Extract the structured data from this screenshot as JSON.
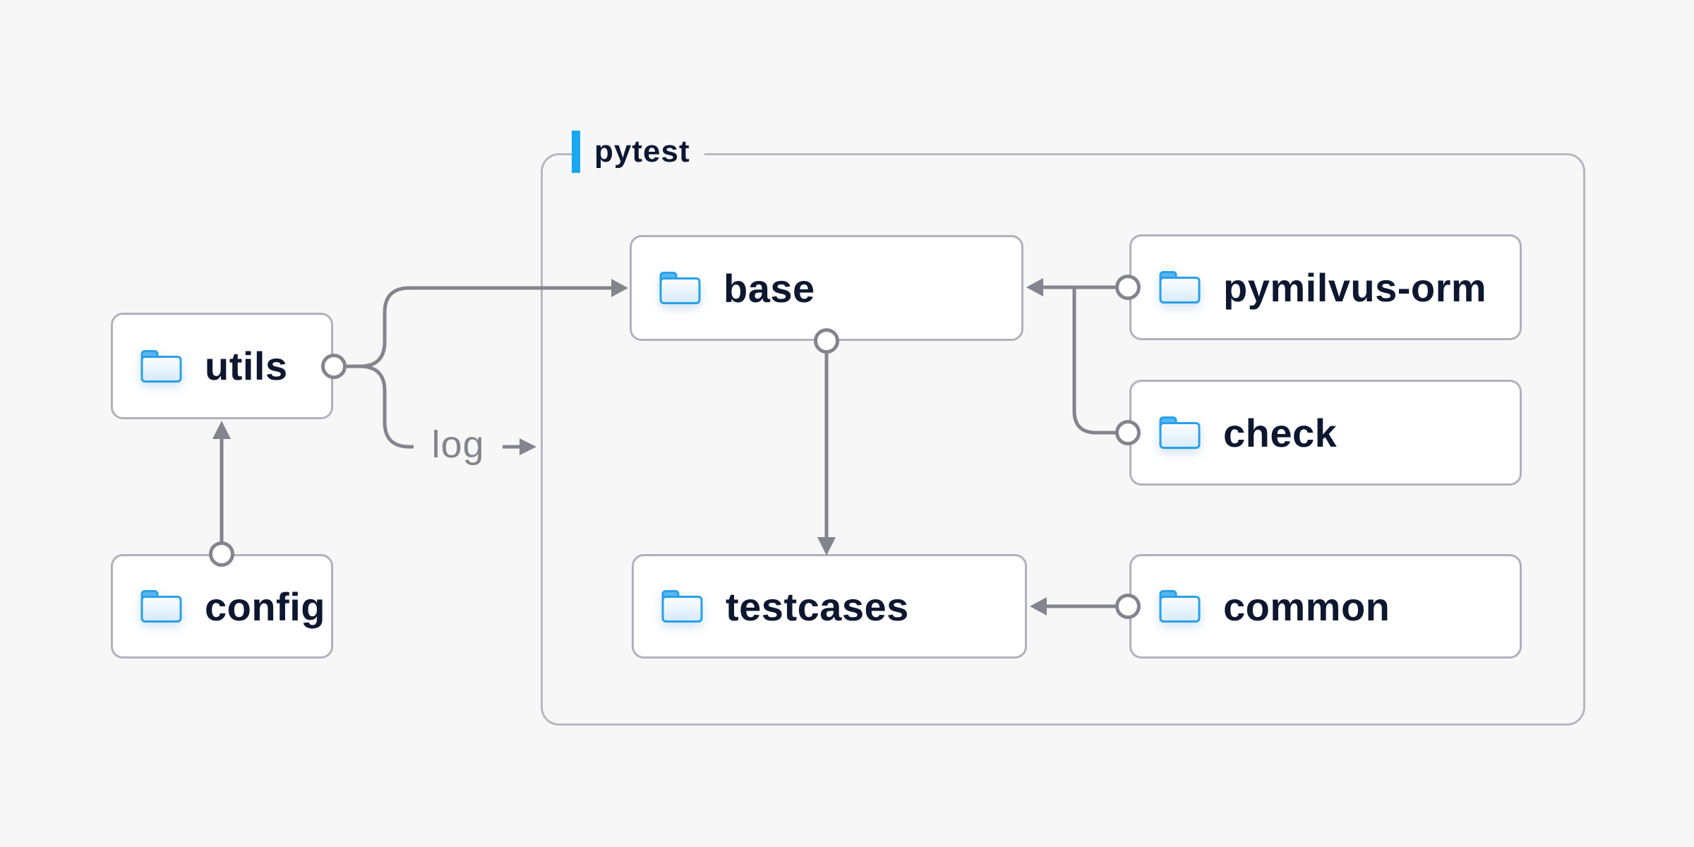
{
  "colors": {
    "background": "#f7f7f8",
    "accent_blue": "#19a7ee",
    "line_gray": "#84848e",
    "node_border": "#b1b1bc",
    "container_border": "#b7b7c1",
    "text_dark": "#0d1730",
    "edge_label_gray": "#84848e",
    "folder_border": "#28a0ea",
    "folder_tab": "#58b6f0",
    "folder_fill_top": "#fdfeff",
    "folder_fill_bottom": "#d6eafa"
  },
  "container": {
    "label": "pytest"
  },
  "nodes": [
    {
      "id": "utils",
      "label": "utils"
    },
    {
      "id": "config",
      "label": "config"
    },
    {
      "id": "base",
      "label": "base"
    },
    {
      "id": "pymilvus-orm",
      "label": "pymilvus-orm"
    },
    {
      "id": "check",
      "label": "check"
    },
    {
      "id": "testcases",
      "label": "testcases"
    },
    {
      "id": "common",
      "label": "common"
    }
  ],
  "edges": [
    {
      "from": "config",
      "to": "utils"
    },
    {
      "from": "utils",
      "to": "base"
    },
    {
      "from": "utils",
      "to": "pytest",
      "label": "log"
    },
    {
      "from": "pymilvus-orm",
      "to": "base"
    },
    {
      "from": "check",
      "to": "base"
    },
    {
      "from": "base",
      "to": "testcases"
    },
    {
      "from": "common",
      "to": "testcases"
    }
  ]
}
